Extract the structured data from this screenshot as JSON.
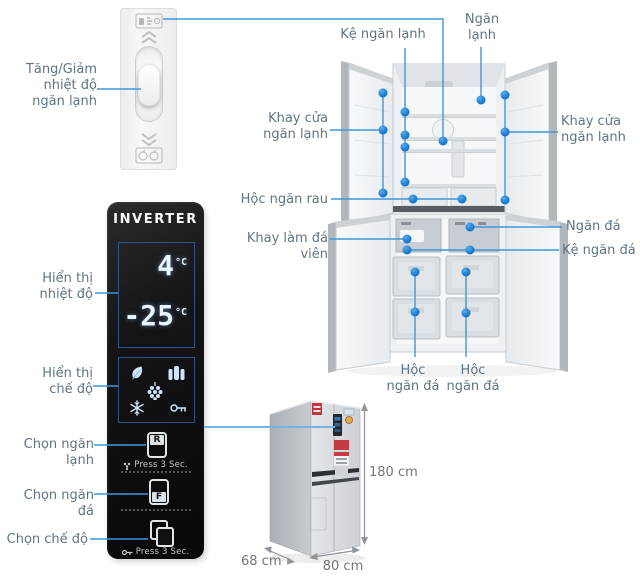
{
  "page": {
    "title": "Sơ đồ tính năng tủ lạnh 4 cửa Inverter"
  },
  "colors": {
    "label_text": "#5f7484",
    "callout_line": "#3f97da",
    "callout_dot": "#1a7cd0",
    "panel_link_line": "#74b3e4",
    "panel_background": "#121315",
    "display_box_border": "#2e5680",
    "display_digits": "#ecf5fe",
    "dimension_text": "#70767c"
  },
  "temp_control": {
    "label": "Tăng/Giảm\nnhiệt độ\nngăn lạnh",
    "icons": [
      "cool-bottle-icon",
      "chevron-up-icon",
      "slider-knob",
      "chevron-down-icon",
      "fruit-veg-icon"
    ]
  },
  "control_panel": {
    "brand": "INVERTER",
    "fridge_temp_value": "4",
    "freezer_temp_value": "-25",
    "temp_unit": "°C",
    "button_r_label": "R",
    "button_f_label": "F",
    "press_r_hint": "Press 3 Sec.",
    "press_mode_hint": "Press 3 Sec.",
    "mode_icons": [
      "leaf-icon",
      "bottles-icon",
      "grapes-icon",
      "snowflake-icon",
      "key-lock-icon",
      "copy-squares-icon"
    ],
    "labels": {
      "temp_display": "Hiển thị\nnhiệt độ",
      "mode_display": "Hiển thị\nchế độ",
      "select_fridge": "Chọn ngăn\nlạnh",
      "select_freezer": "Chọn ngăn\nđá",
      "select_mode": "Chọn chế độ"
    }
  },
  "fridge_callouts": {
    "shelf_fridge": "Kệ ngăn lạnh",
    "fridge_compartment": "Ngăn\nlạnh",
    "door_tray_left": "Khay cửa\nngăn lạnh",
    "door_tray_right": "Khay cửa\nngăn lạnh",
    "veg_drawer": "Hộc ngăn rau",
    "ice_tray": "Khay làm đá viên",
    "freezer_compartment": "Ngăn đá",
    "shelf_freezer": "Kệ ngăn đá",
    "freezer_drawer_left": "Hộc\nngăn đá",
    "freezer_drawer_right": "Hộc\nngăn đá"
  },
  "dimensions": {
    "height": "180 cm",
    "width": "80 cm",
    "depth": "68 cm"
  }
}
